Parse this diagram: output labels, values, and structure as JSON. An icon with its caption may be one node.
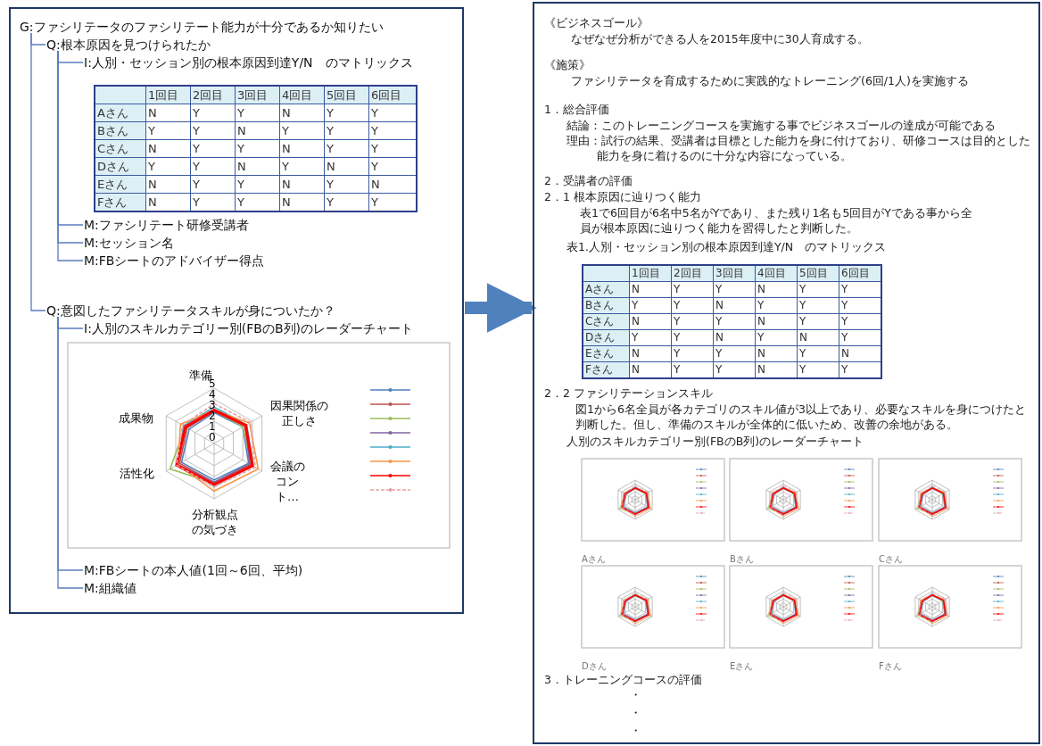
{
  "diagram": {
    "nodes": [
      {
        "text": [],
        "shape": "box"
      },
      {
        "text": [
          "G:ファシリテータのファシリテート能力が十分であるか知りたい"
        ],
        "in": 0
      },
      {
        "text": [
          "Q:根本原因を見つけられたか"
        ],
        "in": 0
      },
      {
        "text": [
          "I:人別・セッション別の根本原因到達Y/N　のマトリックス"
        ],
        "in": 0
      },
      {
        "text": [
          "M:ファシリテート研修受講者"
        ],
        "in": 0
      },
      {
        "text": [
          "M:セッション名"
        ],
        "in": 0
      },
      {
        "text": [
          "M:FBシートのアドバイザー得点"
        ],
        "in": 0
      },
      {
        "text": [
          "Q:意図したファシリテータスキルが身についたか？"
        ],
        "in": 0
      },
      {
        "text": [
          "I:人別のスキルカテゴリー別(FBのB列)のレーダーチャート"
        ],
        "in": 0
      },
      {
        "text": [
          "M:FBシートの本人値(1回～6回、平均)"
        ],
        "in": 0
      },
      {
        "text": [
          "M:組織値"
        ],
        "in": 0
      },
      {
        "text": [],
        "shape": "box"
      }
    ],
    "edges": [
      {
        "from": 1,
        "to": 2,
        "arrow": "none"
      },
      {
        "from": 2,
        "to": 3,
        "arrow": "none"
      },
      {
        "from": 2,
        "to": 4,
        "arrow": "none"
      },
      {
        "from": 2,
        "to": 5,
        "arrow": "none"
      },
      {
        "from": 2,
        "to": 6,
        "arrow": "none"
      },
      {
        "from": 1,
        "to": 7,
        "arrow": "none"
      },
      {
        "from": 7,
        "to": 8,
        "arrow": "none"
      },
      {
        "from": 7,
        "to": 9,
        "arrow": "none"
      },
      {
        "from": 7,
        "to": 10,
        "arrow": "none"
      },
      {
        "from": 0,
        "to": 11,
        "arrow": "to",
        "style": "thick",
        "color": "#4f81bd"
      }
    ],
    "labels": [
      "1回目",
      "2回目",
      "3回目",
      "4回目",
      "5回目",
      "6回目",
      "Aさん",
      "N",
      "Y",
      "Y",
      "N",
      "Y",
      "Y",
      "Bさん",
      "Y",
      "Y",
      "N",
      "Y",
      "Y",
      "Y",
      "Cさん",
      "N",
      "Y",
      "Y",
      "N",
      "Y",
      "Y",
      "Dさん",
      "Y",
      "Y",
      "N",
      "Y",
      "N",
      "Y",
      "Eさん",
      "N",
      "Y",
      "Y",
      "N",
      "Y",
      "N",
      "Fさん",
      "N",
      "Y",
      "Y",
      "N",
      "Y",
      "Y",
      "準備",
      "5",
      "4",
      "3",
      "2",
      "1",
      "0",
      "因果関係の正しさ",
      "成果物",
      "会議のコント…",
      "活性化",
      "分析観点の気づき",
      "《ビジネスゴール》",
      "なぜなぜ分析ができる人を2015年度中に30人育成する。",
      "《施策》",
      "ファシリテータを育成するために実践的なトレーニング(6回/1人)を実施する",
      "1．総合評価",
      "結論：このトレーニングコースを実施する事でビジネスゴールの達成が可能である",
      "理由：試行の結果、受講者は目標とした能力を身に付けており、研修コースは目的とした能力を身に着けるのに十分な内容になっている。",
      "2．受講者の評価",
      "2．1 根本原因に辿りつく能力",
      "表1で6回目が6名中5名がYであり、また残り1名も5回目がYである事から全員が根本原因に辿りつく能力を習得したと判断した。",
      "表1.人別・セッション別の根本原因到達Y/N　のマトリックス",
      "1回目",
      "2回目",
      "3回目",
      "4回目",
      "5回目",
      "6回目",
      "Aさん",
      "N",
      "Y",
      "Y",
      "N",
      "Y",
      "Y",
      "Bさん",
      "Y",
      "Y",
      "N",
      "Y",
      "Y",
      "Y",
      "Cさん",
      "N",
      "Y",
      "Y",
      "N",
      "Y",
      "Y",
      "Dさん",
      "Y",
      "Y",
      "N",
      "Y",
      "N",
      "Y",
      "Eさん",
      "N",
      "Y",
      "Y",
      "N",
      "Y",
      "N",
      "Fさん",
      "N",
      "Y",
      "Y",
      "N",
      "Y",
      "Y",
      "2．2 ファシリテーションスキル",
      "図1から6名全員が各カテゴリのスキル値が3以上であり、必要なスキルを身につけたと判断した。但し、準備のスキルが全体的に低いため、改善の余地がある。",
      "人別のスキルカテゴリー別(FBのB列)のレーダーチャート",
      "Aさん",
      "Bさん",
      "Cさん",
      "Dさん",
      "Eさん",
      "Fさん",
      "3．トレーニングコースの評価",
      "・",
      "・",
      "・"
    ]
  }
}
